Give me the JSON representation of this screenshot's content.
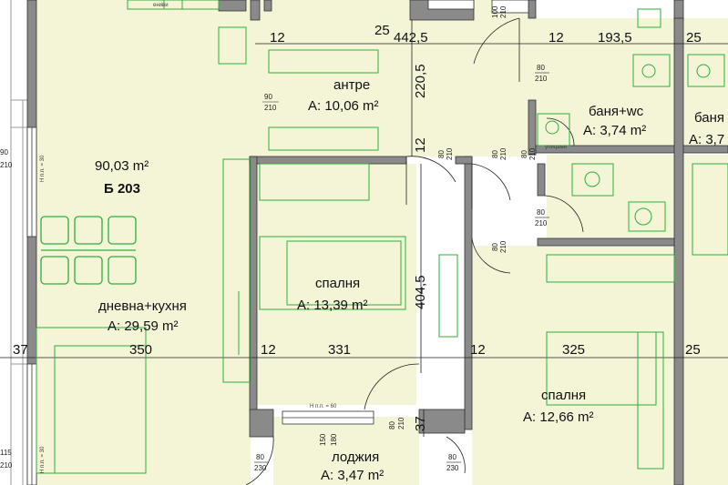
{
  "apartment": {
    "total_area": "90,03 m²",
    "unit_id": "Б 203"
  },
  "rooms": {
    "living": {
      "name": "дневна+кухня",
      "area": "A: 29,59 m²"
    },
    "hall": {
      "name": "антре",
      "area": "A: 10,06 m²"
    },
    "bedroom1": {
      "name": "спалня",
      "area": "A: 13,39 m²"
    },
    "bedroom2": {
      "name": "спалня",
      "area": "A: 12,66 m²"
    },
    "bath": {
      "name": "баня+wc",
      "area": "A: 3,74 m²"
    },
    "bath2": {
      "name": "баня",
      "area": "A: 3,7"
    },
    "loggia": {
      "name": "лоджия",
      "area": "A: 3,47 m²"
    }
  },
  "dimensions": {
    "top_12a": "12",
    "top_25a": "25",
    "top_4425": "442,5",
    "top_12b": "12",
    "top_1935": "193,5",
    "top_25b": "25",
    "v_2205": "220,5",
    "v_12": "12",
    "v_4045": "404,5",
    "mid_37": "37",
    "mid_350": "350",
    "mid_12a": "12",
    "mid_331": "331",
    "mid_12b": "12",
    "mid_325": "325",
    "mid_25": "25",
    "v_37": "37"
  },
  "door_tags": {
    "d1": {
      "w": "90",
      "h": "210"
    },
    "d2": {
      "w": "80",
      "h": "210"
    },
    "d3": {
      "w": "80",
      "h": "210"
    },
    "d4": {
      "w": "80",
      "h": "210"
    },
    "d5": {
      "w": "80",
      "h": "210"
    },
    "d6": {
      "w": "80",
      "h": "210"
    },
    "d7": {
      "w": "80",
      "h": "210"
    },
    "d8": {
      "w": "80",
      "h": "230"
    },
    "d9": {
      "w": "80",
      "h": "230"
    },
    "d10": {
      "w": "90",
      "h": "210"
    },
    "d11": {
      "w": "115",
      "h": "210"
    },
    "d12": {
      "w": "100",
      "h": "210"
    },
    "d13": {
      "w": "150",
      "h": "180"
    },
    "d14": {
      "w": "80",
      "h": "210"
    }
  },
  "window_tags": {
    "w1": "H п.п. = 30",
    "w2": "H п.п. = 30",
    "w3": "H п.п. = 60"
  },
  "fixture_labels": {
    "l1": "ениви",
    "l2": "улицами"
  },
  "colors": {
    "floor": "#f3f5d6",
    "wall": "#8a8a8a",
    "furniture": "#2fae3c",
    "lines": "#222222"
  }
}
